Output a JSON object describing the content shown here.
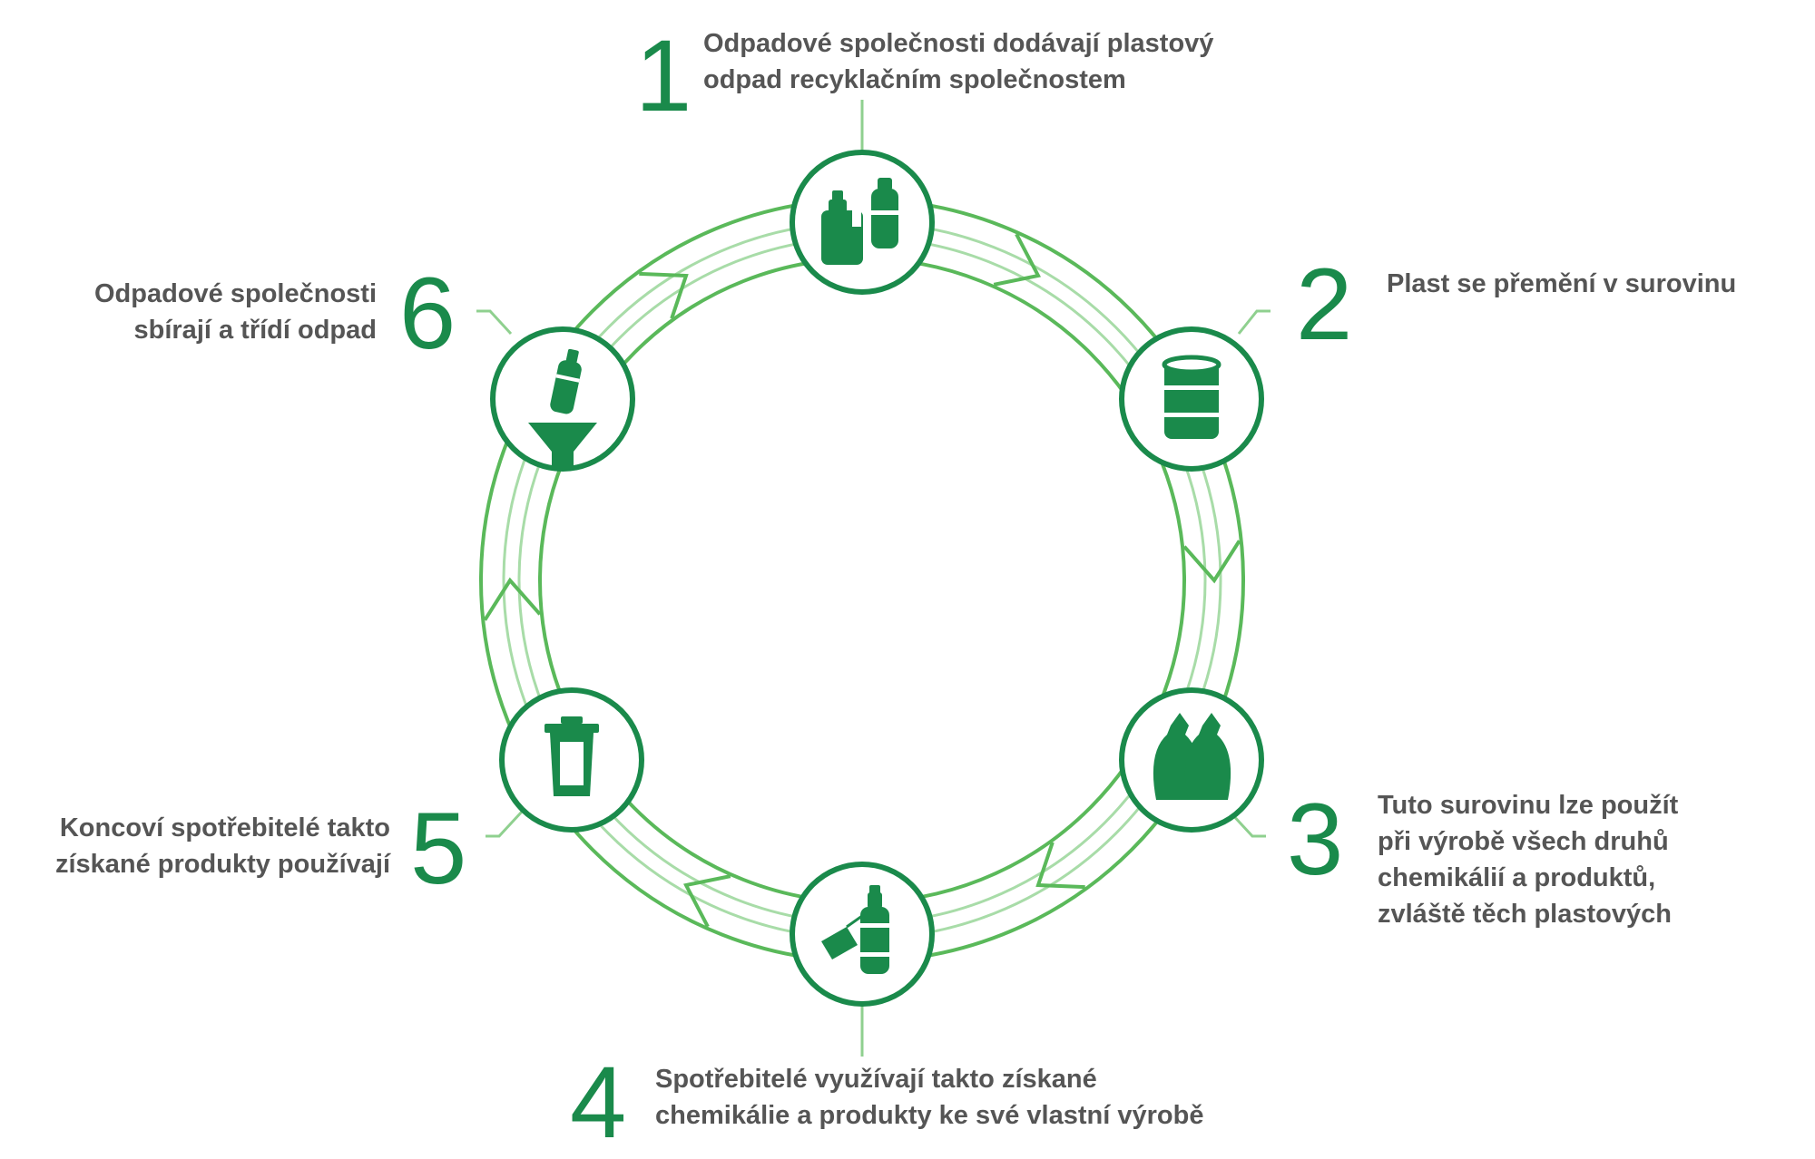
{
  "colors": {
    "ring_outer": "#5ab95a",
    "ring_inner": "#8fd08f",
    "accent": "#1a8a4b",
    "text": "#555555",
    "icon_fill": "#1a8a4b"
  },
  "steps": [
    {
      "number": "1",
      "text": "Odpadové společnosti dodávají plastový\nodpad recyklačním společnostem",
      "icon": "plastic-bottles-icon"
    },
    {
      "number": "2",
      "text": "Plast se přemění v surovinu",
      "icon": "barrel-icon"
    },
    {
      "number": "3",
      "text": "Tuto surovinu lze použít\npři výrobě všech druhů\nchemikálií a produktů,\nzvláště těch plastových",
      "icon": "trash-bags-icon"
    },
    {
      "number": "4",
      "text": "Spotřebitelé využívají takto získané\nchemikálie a produkty ke své vlastní výrobě",
      "icon": "bottle-with-tag-icon"
    },
    {
      "number": "5",
      "text": "Koncoví spotřebitelé takto\nzískané produkty používají",
      "icon": "trash-bin-icon"
    },
    {
      "number": "6",
      "text": "Odpadové společnosti\nsbírají a třídí odpad",
      "icon": "bottle-funnel-icon"
    }
  ]
}
